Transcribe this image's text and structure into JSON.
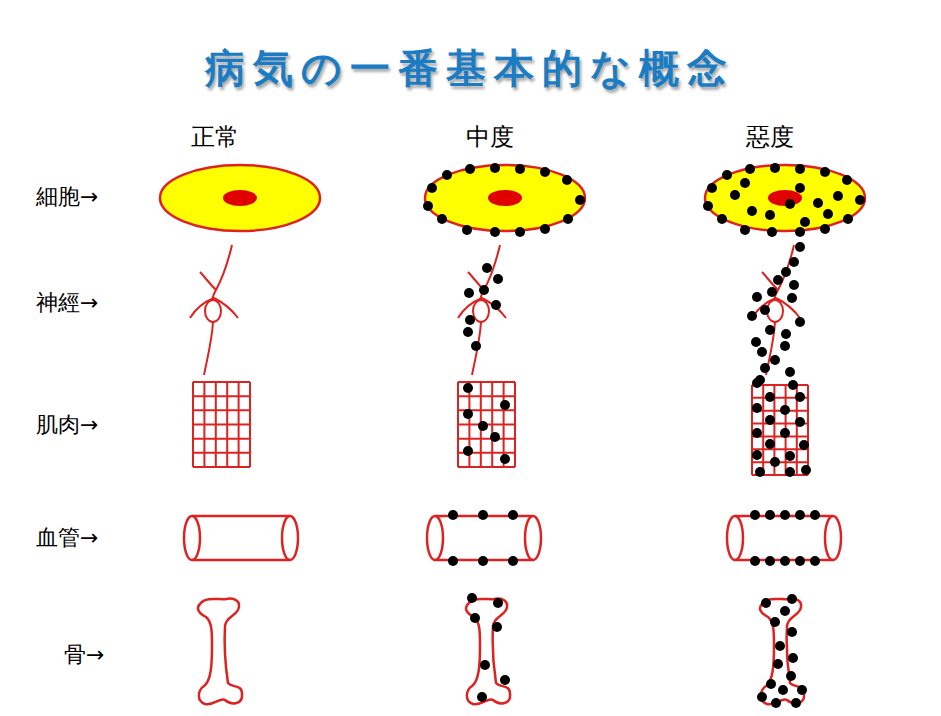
{
  "diagram": {
    "title": "病気の一番基本的な概念",
    "labels": [
      "正常",
      "中度",
      "惡度",
      "細胞→",
      "神經→",
      "肌肉→",
      "血管→",
      "骨→"
    ]
  }
}
